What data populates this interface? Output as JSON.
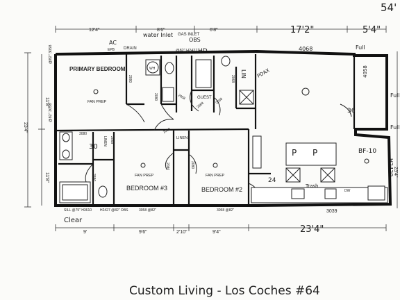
{
  "overall": {
    "width": "54'"
  },
  "dims_top": [
    "12'4\"",
    "8'6\"",
    "6'8\"",
    "17'2\"",
    "5'4\""
  ],
  "dims_bottom": [
    "9'",
    "9'6\"",
    "2'10\"",
    "9'4\"",
    "23'4\""
  ],
  "dims_left": [
    "11'8\"",
    "23'4\"",
    "11'8\""
  ],
  "dims_right": [
    "23'4\""
  ],
  "notes_top": {
    "ac": "AC",
    "epb": "EPB",
    "drain": "DRAIN",
    "water_inlet": "water Inlet",
    "gas_inlet": "GAS INLET",
    "gas_window": "@82\" H2427",
    "obs": "OBS",
    "hd": "HD",
    "window_4068": "4068",
    "full_top": "Full"
  },
  "rooms": {
    "primary": {
      "label": "PRIMARY BEDROOM",
      "fan": "FAN PREP"
    },
    "bed3": {
      "label": "BEDROOM #3",
      "fan": "FAN PREP"
    },
    "bed2": {
      "label": "BEDROOM #2",
      "fan": "FAN PREP"
    },
    "guest": "GUEST",
    "wh": "WH",
    "linen1": "LINEN",
    "linen2": "LINEN",
    "lin_closet": "LIN",
    "pdax": "PDAX",
    "dw": "DW",
    "trash": "Trash",
    "bf": "BF-10",
    "pp": [
      "P",
      "P"
    ],
    "island": "36",
    "counter": "24",
    "shower": "30"
  },
  "windows": {
    "left_upper": "@82\" 3058",
    "left_mid": "@82\" 3058",
    "w4058": "4058",
    "right_full": "Full",
    "right_full2": "Full",
    "right_h": "H2429",
    "bottom_sill": "SILL @75\" H3610",
    "bottom_obs": "H2427 @82\" OBS",
    "bottom_3058a": "3058 @82\"",
    "bottom_3058b": "3058 @82\"",
    "bottom_3039": "3039",
    "clear": "Clear"
  },
  "doors": [
    "2080",
    "2080",
    "2068",
    "2868",
    "2068",
    "2068",
    "3080",
    "2068",
    "2080",
    "2080",
    "2680",
    "2068"
  ],
  "title": "Custom Living - Los Coches #64"
}
